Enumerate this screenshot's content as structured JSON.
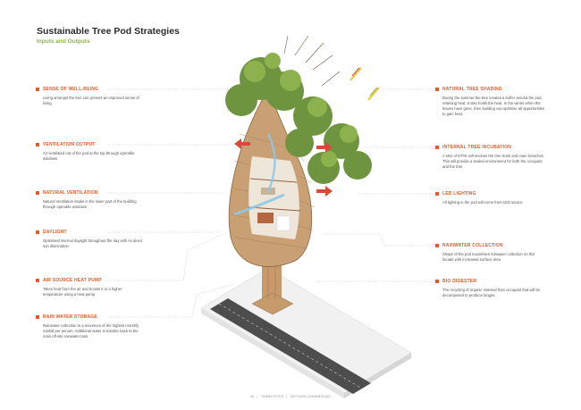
{
  "header": {
    "title": "Sustainable Tree Pod Strategies",
    "subtitle": "Inputs and Outputs"
  },
  "colors": {
    "accent": "#e05a2a",
    "green": "#8ab83a"
  },
  "left_callouts": [
    {
      "heading": "SENSE OF WELL-BEING",
      "body": "Living amongst the tree can present an improved sense of living"
    },
    {
      "heading": "VENTILATION OUTPUT",
      "body": "Air ventilated out of the pod at the top through operable windows"
    },
    {
      "heading": "NATURAL VENTILATION",
      "body": "Natural Ventilation intake in the lower part of the building through operable windows"
    },
    {
      "heading": "DAYLIGHT",
      "body": "Optimised internal daylight throughout the day with no direct sun illumination"
    },
    {
      "heading": "AIR SOURCE HEAT PUMP",
      "body": "Takes heat from the air and boosts it to a higher temperature using a heat pump"
    },
    {
      "heading": "RAIN WATER STORAGE",
      "body": "Rainwater collection to a maximum of the highest monthly rainfall per annum. Additional water is transfer back to the main off-site rainwater tank"
    }
  ],
  "right_callouts": [
    {
      "heading": "NATURAL TREE SHADING",
      "body": "During the summer the tree creates a buffer around the pod, retaining heat. It also holds the heat. In the winter when the leaves have gone, then building can optimise all opportunities to gain heat."
    },
    {
      "heading": "INTERNAL TREE INCUBATION",
      "body": "A skin of ETFE will enclose the tree trunk and main branches. This will provide a sealed environment for both the occupant and the tree"
    },
    {
      "heading": "LED LIGHTING",
      "body": "All lighting in the pod will come from LED source"
    },
    {
      "heading": "RAINWATER COLLECTION",
      "body": "Shape of the pod maximises rainwater collection on this facade with increased surface area"
    },
    {
      "heading": "BIO DIGESTER",
      "body": "The recycling of organic material from occupant that will be decomposed to produce biogas"
    }
  ],
  "footer": {
    "page": "56",
    "project": "TIMBER PODS",
    "author": "MATTHEW CHAMBERLAIN"
  }
}
